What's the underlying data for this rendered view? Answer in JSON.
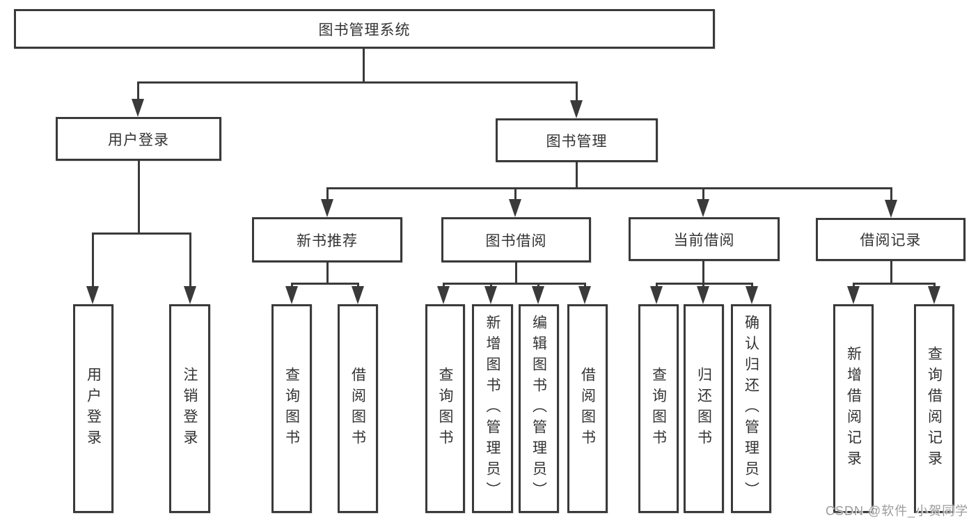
{
  "nodes": {
    "root": "图书管理系统",
    "user_login": "用户登录",
    "book_mgmt": "图书管理",
    "new_book_rec": "新书推荐",
    "book_borrow": "图书借阅",
    "current_borrow": "当前借阅",
    "borrow_records": "借阅记录",
    "leaves": {
      "user": [
        "用户登录",
        "注销登录"
      ],
      "recommend": [
        "查询图书",
        "借阅图书"
      ],
      "borrow": [
        "查询图书",
        "新增图书（管理员）",
        "编辑图书（管理员）",
        "借阅图书"
      ],
      "current": [
        "查询图书",
        "归还图书",
        "确认归还（管理员）"
      ],
      "records": [
        "新增借阅记录",
        "查询借阅记录"
      ]
    }
  },
  "watermark": "CSDN @软件_小贺同学",
  "colors": {
    "line": "#3a3a3a",
    "text": "#333333",
    "watermark": "#949494"
  }
}
